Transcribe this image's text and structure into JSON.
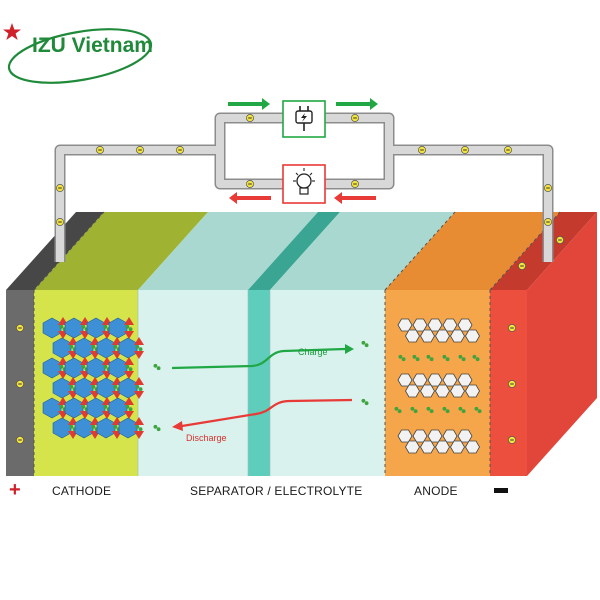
{
  "logo": {
    "text": "IZU Vietnam"
  },
  "labels": {
    "cathode": "CATHODE",
    "separator": "SEPARATOR / ELECTROLYTE",
    "anode": "ANODE",
    "charge": "Charge",
    "discharge": "Discharge"
  },
  "terminals": {
    "positive": "+",
    "negative": "-"
  },
  "colors": {
    "collector_pos": "#6b6b6b",
    "cathode": "#d4e44a",
    "electrolyte": "#d9f2ee",
    "separator": "#5fcdbb",
    "anode": "#f5a64a",
    "collector_neg": "#ec4f3e",
    "charge_arrow": "#21a845",
    "discharge_arrow": "#e83a36",
    "wire": "#cccccc",
    "logo_green": "#1f8a3a",
    "logo_red": "#d0202a"
  },
  "icons": [
    "plug-icon",
    "light-bulb-icon",
    "star-icon",
    "lithium-ion-icon",
    "electron-icon"
  ]
}
